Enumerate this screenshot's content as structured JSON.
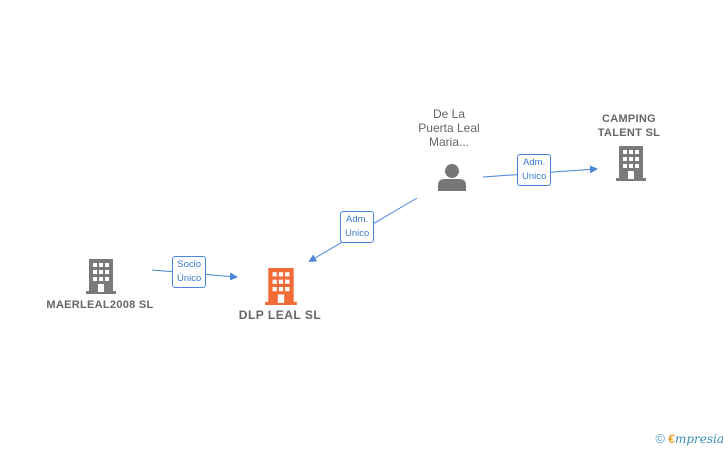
{
  "nodes": {
    "person": {
      "label_lines": [
        "De La",
        "Puerta Leal",
        "Maria..."
      ]
    },
    "camping": {
      "label_lines": [
        "CAMPING",
        "TALENT  SL"
      ]
    },
    "maerleal": {
      "label": "MAERLEAL2008 SL"
    },
    "dlp": {
      "label": "DLP LEAL  SL"
    }
  },
  "edges": {
    "person_to_dlp": {
      "lines": [
        "Adm.",
        "Unico"
      ]
    },
    "person_to_camping": {
      "lines": [
        "Adm.",
        "Unico"
      ]
    },
    "maerleal_to_dlp": {
      "lines": [
        "Socio",
        "Único"
      ]
    }
  },
  "colors": {
    "edge": "#4a86d6",
    "company_icon": "#7a7a7a",
    "main_company_icon": "#f26a36",
    "person_icon": "#777777"
  },
  "icons": {
    "company": "building-icon",
    "person": "person-icon"
  },
  "footer": {
    "copyright": "©",
    "brand_first": "€",
    "brand_rest": "mpresia"
  }
}
